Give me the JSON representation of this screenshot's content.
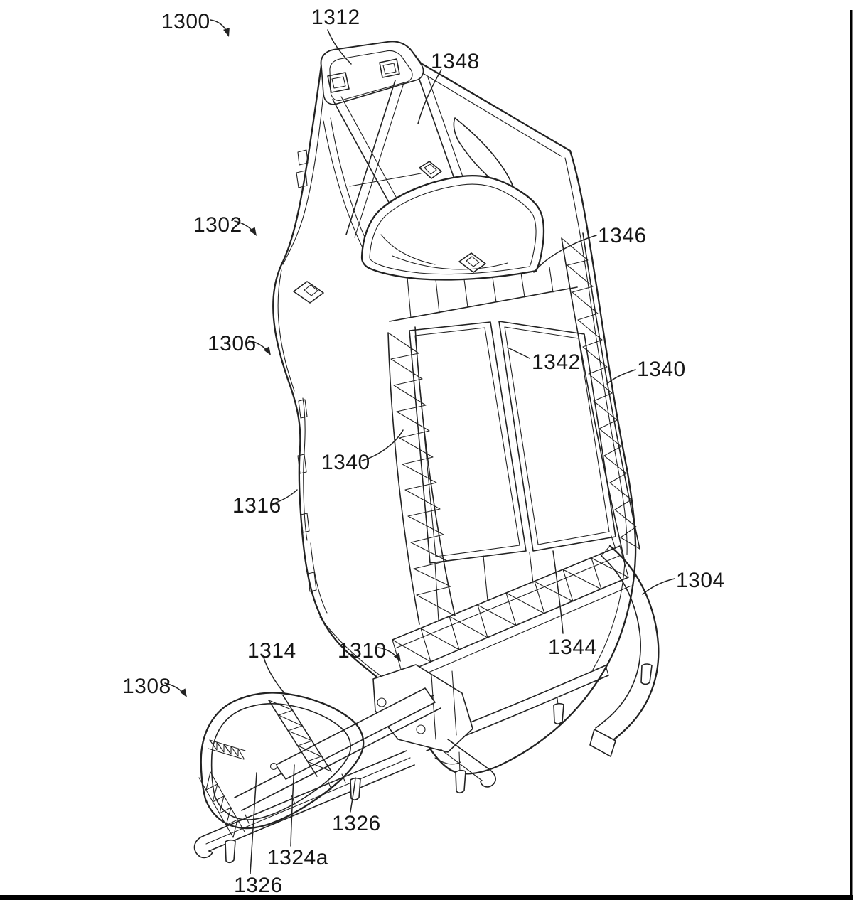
{
  "figure": {
    "background_color": "#ffffff",
    "line_color": "#222222",
    "labels": {
      "l1300": {
        "text": "1300",
        "pointer": "arrow"
      },
      "l1312": {
        "text": "1312",
        "pointer": "line"
      },
      "l1348": {
        "text": "1348",
        "pointer": "line"
      },
      "l1302": {
        "text": "1302",
        "pointer": "arrow"
      },
      "l1346": {
        "text": "1346",
        "pointer": "line"
      },
      "l1306": {
        "text": "1306",
        "pointer": "arrow"
      },
      "l1342": {
        "text": "1342",
        "pointer": "line"
      },
      "l1340_right": {
        "text": "1340",
        "pointer": "line"
      },
      "l1340_left": {
        "text": "1340",
        "pointer": "line"
      },
      "l1316": {
        "text": "1316",
        "pointer": "line"
      },
      "l1304": {
        "text": "1304",
        "pointer": "line"
      },
      "l1344": {
        "text": "1344",
        "pointer": "line"
      },
      "l1314": {
        "text": "1314",
        "pointer": "line"
      },
      "l1310": {
        "text": "1310",
        "pointer": "arrow"
      },
      "l1308": {
        "text": "1308",
        "pointer": "arrow"
      },
      "l1326_mid": {
        "text": "1326",
        "pointer": "line"
      },
      "l1324a": {
        "text": "1324a",
        "pointer": "line"
      },
      "l1326_bottom": {
        "text": "1326",
        "pointer": "line"
      }
    }
  }
}
